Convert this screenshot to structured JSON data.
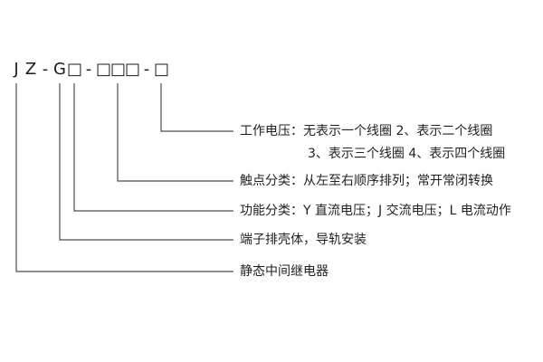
{
  "code": {
    "chars": [
      "J",
      "Z",
      "-",
      "G",
      "□",
      "-",
      "□",
      "□",
      "□",
      "-",
      "□"
    ]
  },
  "labels": {
    "working_voltage_line1": "工作电压：无表示一个线圈    2、表示二个线圈",
    "working_voltage_line2": "3、表示三个线圈    4、表示四个线圈",
    "contact": "触点分类：从左至右顺序排列；常开常闭转换",
    "function": "功能分类：Y 直流电压；J 交流电压；L 电流动作",
    "terminal": "端子排壳体，导轨安装",
    "relay": "静态中间继电器"
  },
  "colors": {
    "background": "#ffffff",
    "line": "#4a4a4a",
    "text": "#222222"
  }
}
